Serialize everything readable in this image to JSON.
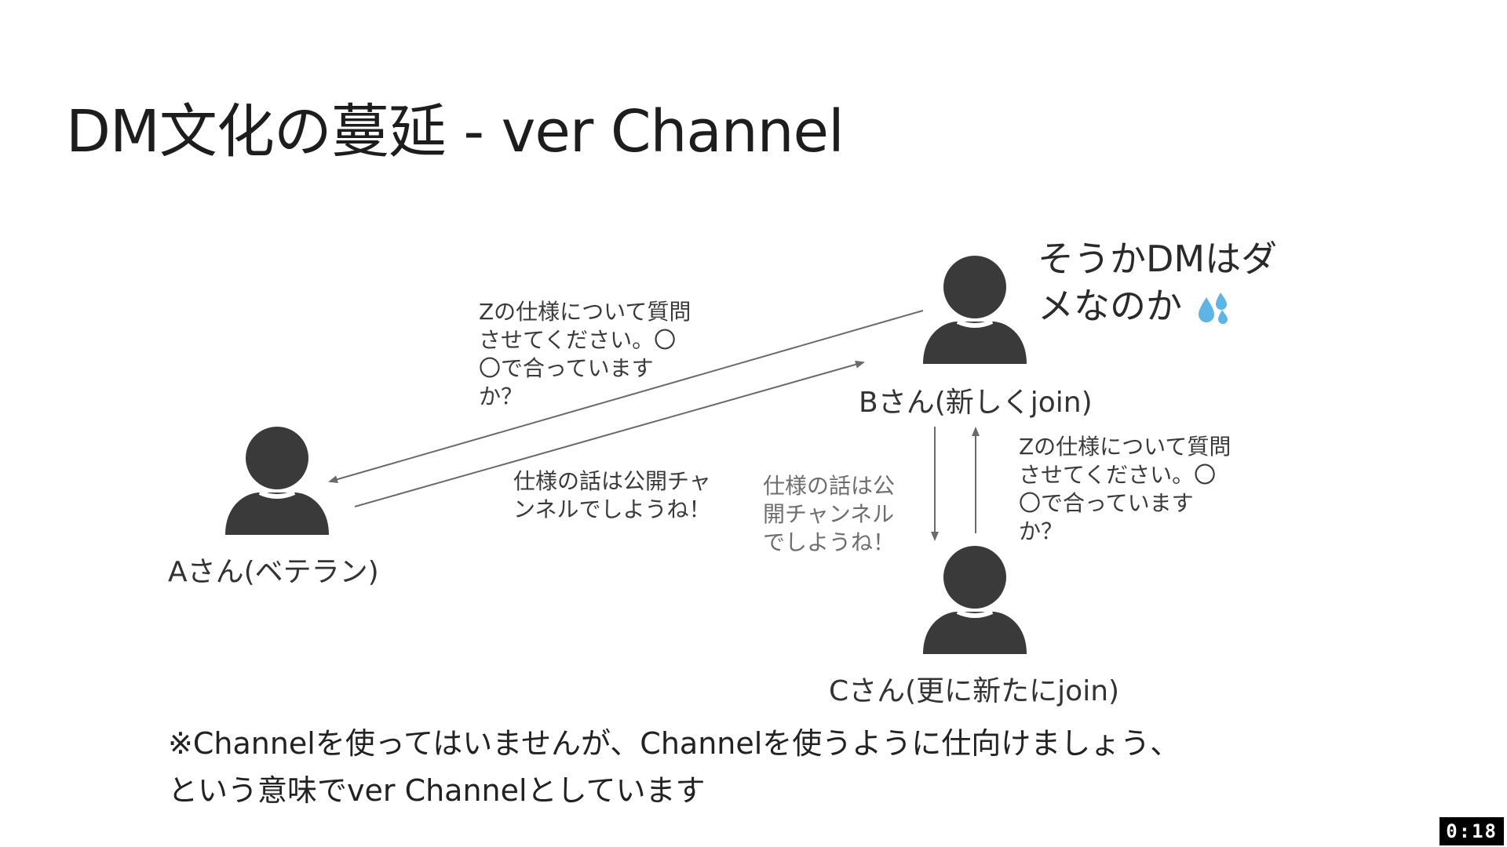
{
  "slide": {
    "title": "DM文化の蔓延 - ver Channel"
  },
  "diagram": {
    "people": {
      "a_label": "Aさん(ベテラン)",
      "b_label": "Bさん(新しくjoin)",
      "c_label": "Cさん(更に新たにjoin)"
    },
    "messages": {
      "b_to_a_question": "Zの仕様について質問\nさせてください。〇\n〇で合っています\nか？",
      "a_to_b_reply": "仕様の話は公開チャ\nンネルでしようね！",
      "b_to_c_reply": "仕様の話は公\n開チャンネル\nでしようね！",
      "c_to_b_question": "Zの仕様について質問\nさせてください。〇\n〇で合っています\nか？"
    },
    "thought": {
      "line1": "そうかDMはダ",
      "line2": "メなのか",
      "icon": "sweat-droplets-icon"
    },
    "colors": {
      "person": "#3a3a3a",
      "arrow": "#6a6a6a"
    }
  },
  "footnote": {
    "line1": "※Channelを使ってはいませんが、Channelを使うように仕向けましょう、",
    "line2": "という意味でver Channelとしています"
  },
  "video": {
    "timestamp": "0:18"
  }
}
